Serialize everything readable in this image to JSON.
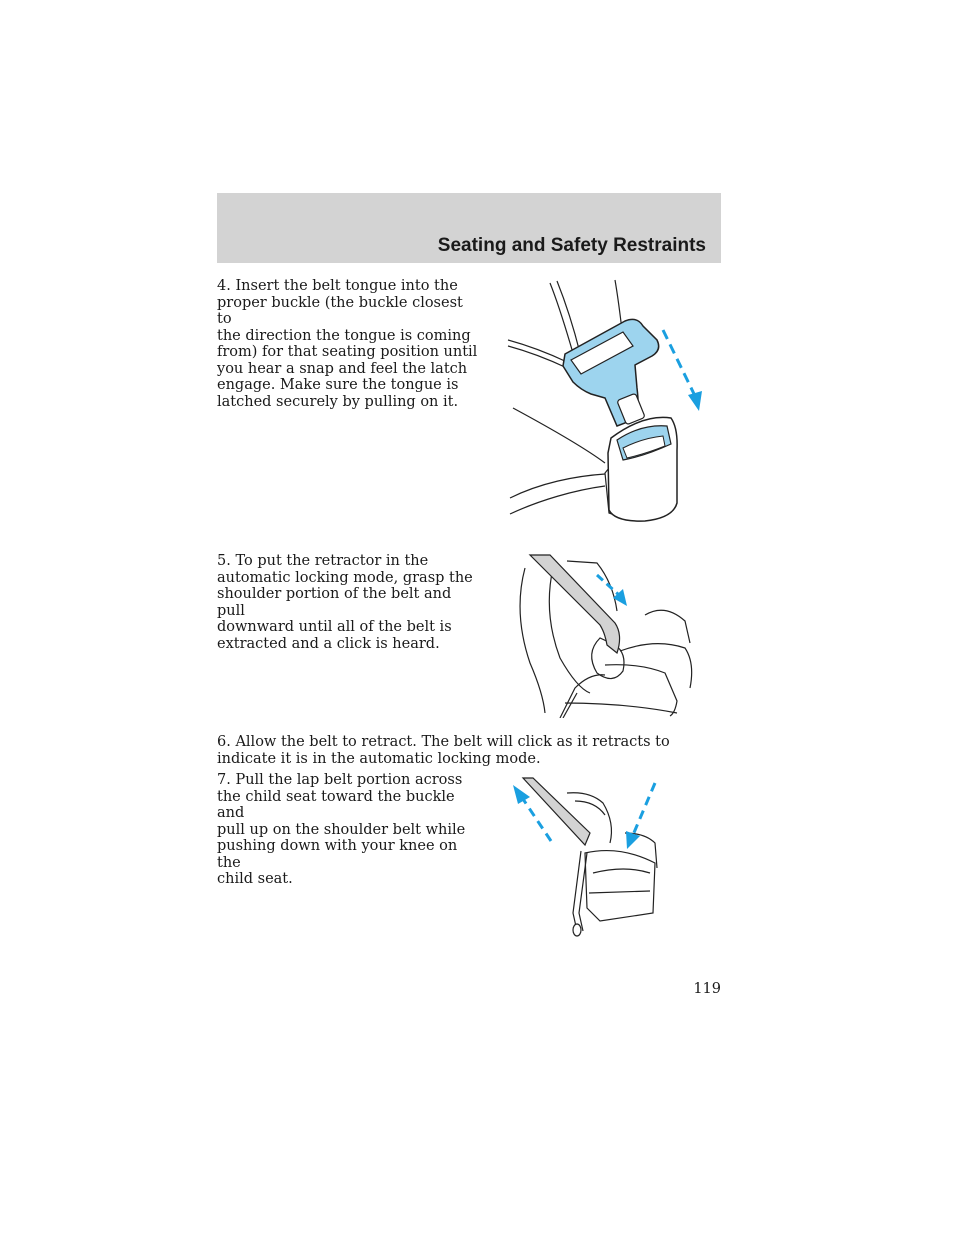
{
  "header": {
    "title": "Seating and Safety Restraints"
  },
  "steps": {
    "step4": "4. Insert the belt tongue into the\nproper buckle (the buckle closest to\nthe direction the tongue is coming\nfrom) for that seating position until\nyou hear a snap and feel the latch\nengage. Make sure the tongue is\nlatched securely by pulling on it.",
    "step5": "5. To put the retractor in the\nautomatic locking mode, grasp the\nshoulder portion of the belt and pull\ndownward until all of the belt is\nextracted and a click is heard.",
    "step6": "6. Allow the belt to retract. The belt will click as it retracts to indicate it is in the automatic locking mode.",
    "step7": "7. Pull the lap belt portion across\nthe child seat toward the buckle and\npull up on the shoulder belt while\npushing down with your knee on the\nchild seat."
  },
  "page_number": "119",
  "colors": {
    "header_bg": "#d3d3d3",
    "accent_blue": "#1a9fe0",
    "highlight_blue": "#9dd4ee"
  }
}
